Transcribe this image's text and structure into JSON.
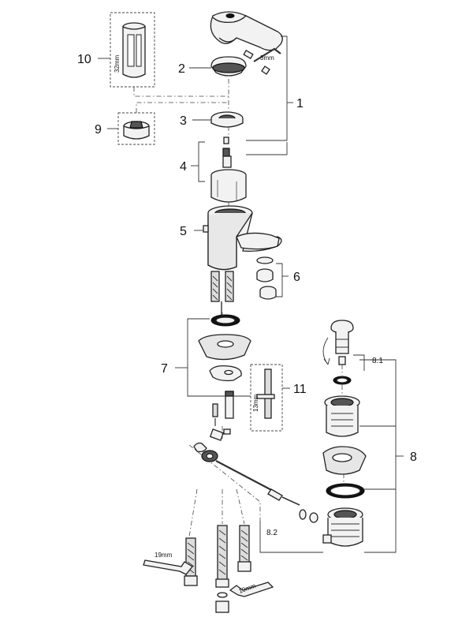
{
  "callouts": {
    "c1": "1",
    "c2": "2",
    "c3": "3",
    "c4": "4",
    "c5": "5",
    "c6": "6",
    "c7": "7",
    "c8": "8",
    "c81": "8.1",
    "c82": "8.2",
    "c9": "9",
    "c10": "10",
    "c11": "11"
  },
  "dimensions": {
    "hex_key": "3mm",
    "sleeve": "32mm",
    "key_11": "13mm",
    "wrench_left": "19mm",
    "wrench_right": "19mm"
  }
}
